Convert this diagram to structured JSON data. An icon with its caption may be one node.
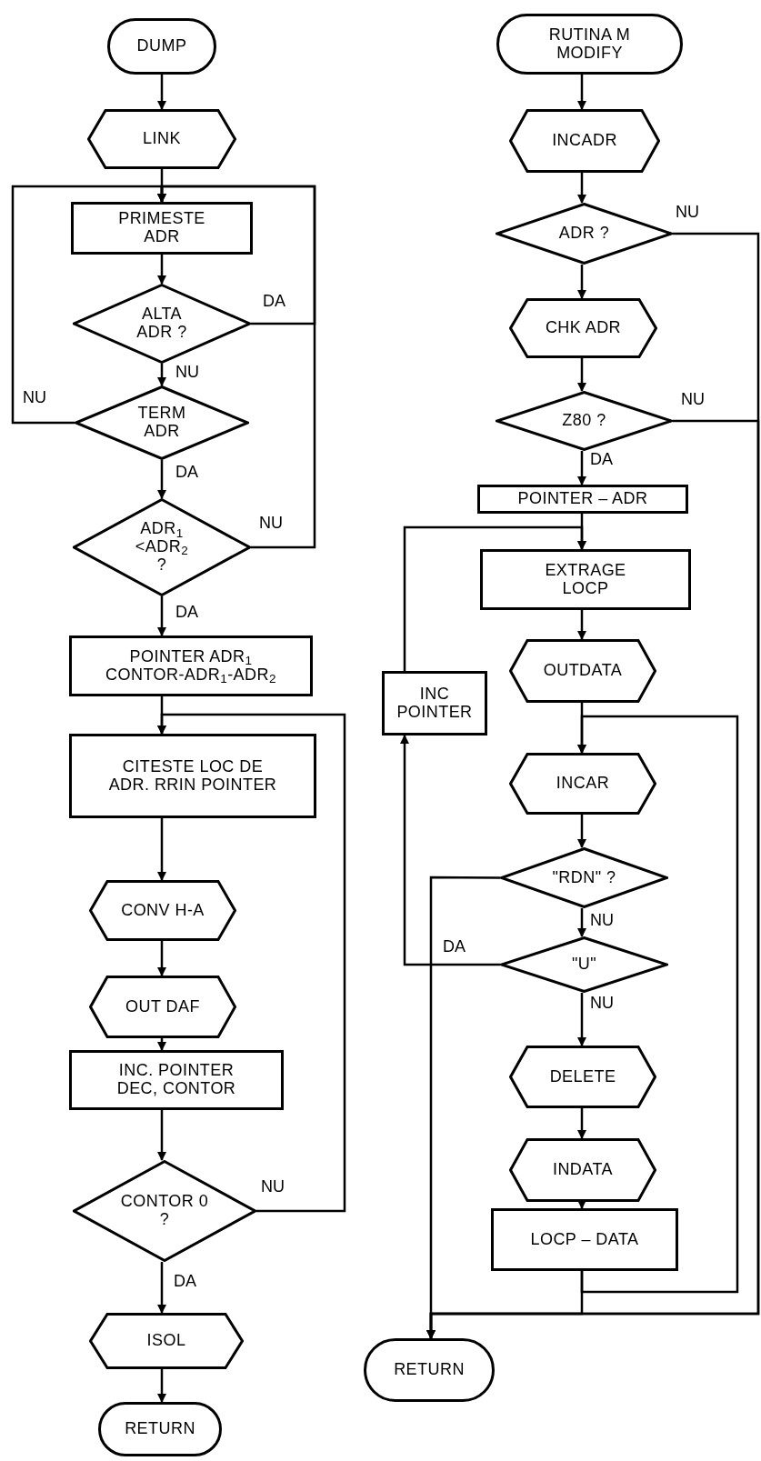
{
  "diagram": {
    "nodes": [
      {
        "text": [
          "DUMP"
        ]
      },
      {
        "text": [
          "LINK"
        ]
      },
      {
        "text": [
          "PRIMESTE ADR"
        ]
      },
      {
        "text": [
          "ALTA ADR ?"
        ]
      },
      {
        "text": [
          "TERM ADR"
        ]
      },
      {
        "text": [
          "ADR$_{1}$ <ADR$_{2}$ ?"
        ]
      },
      {
        "text": [
          "POINTER ADR$_{1}$",
          "CONTOR-ADR$_{1}$-ADR$_{2}$"
        ]
      },
      {
        "text": [
          "CITESTE LOC DE ADR. RRIN POINTER"
        ]
      },
      {
        "text": [
          "CONV H-A"
        ]
      },
      {
        "text": [
          "OUT DAF"
        ]
      },
      {
        "text": [
          "INC. POINTER",
          "DEC, CONTOR"
        ]
      },
      {
        "text": [
          "CONTOR 0 ?"
        ]
      },
      {
        "text": [
          "ISOL"
        ]
      },
      {
        "text": [
          "RETURN"
        ]
      },
      {
        "text": [
          "RUTINA M MODIFY"
        ]
      },
      {
        "text": [
          "INCADR"
        ]
      },
      {
        "text": [
          "ADR ?"
        ]
      },
      {
        "text": [
          "CHK ADR"
        ]
      },
      {
        "text": [
          "Z80 ?"
        ]
      },
      {
        "text": [
          "POINTER – ADR"
        ]
      },
      {
        "text": [
          "EXTRAGE LOCP"
        ]
      },
      {
        "text": [
          "INC POINTER"
        ]
      },
      {
        "text": [
          "OUTDATA"
        ]
      },
      {
        "text": [
          "INCAR"
        ]
      },
      {
        "text": [
          "\"RDN\" ?"
        ]
      },
      {
        "text": [
          "\"U\""
        ]
      },
      {
        "text": [
          "DELETE"
        ]
      },
      {
        "text": [
          "INDATA"
        ]
      },
      {
        "text": [
          "LOCP – DATA"
        ]
      },
      {
        "text": [
          "RETURN"
        ]
      }
    ],
    "edges": [
      {
        "from": 0,
        "to": 1,
        "arrow": "to"
      },
      {
        "from": 1,
        "to": 2,
        "arrow": "to"
      },
      {
        "from": 2,
        "to": 3,
        "arrow": "to"
      },
      {
        "from": 3,
        "to": 4,
        "arrow": "to",
        "label": "NU"
      },
      {
        "from": 4,
        "to": 2,
        "arrow": "to",
        "label": "NU"
      },
      {
        "from": 3,
        "to": 2,
        "arrow": "to",
        "label": "DA"
      },
      {
        "from": 4,
        "to": 5,
        "arrow": "to",
        "label": "DA"
      },
      {
        "from": 5,
        "to": 2,
        "arrow": "to",
        "label": "NU"
      },
      {
        "from": 5,
        "to": 6,
        "arrow": "to",
        "label": "DA"
      },
      {
        "from": 6,
        "to": 7,
        "arrow": "to"
      },
      {
        "from": 7,
        "to": 8,
        "arrow": "to"
      },
      {
        "from": 8,
        "to": 9,
        "arrow": "to"
      },
      {
        "from": 9,
        "to": 10,
        "arrow": "to"
      },
      {
        "from": 10,
        "to": 11,
        "arrow": "to"
      },
      {
        "from": 11,
        "to": 7,
        "arrow": "to",
        "label": "NU"
      },
      {
        "from": 11,
        "to": 12,
        "arrow": "to",
        "label": "DA"
      },
      {
        "from": 12,
        "to": 13,
        "arrow": "to"
      },
      {
        "from": 14,
        "to": 15,
        "arrow": "to"
      },
      {
        "from": 15,
        "to": 16,
        "arrow": "to"
      },
      {
        "from": 16,
        "to": 17,
        "arrow": "to"
      },
      {
        "from": 16,
        "to": 29,
        "arrow": "to",
        "label": "NU"
      },
      {
        "from": 17,
        "to": 18,
        "arrow": "to"
      },
      {
        "from": 18,
        "to": 29,
        "arrow": "to",
        "label": "NU"
      },
      {
        "from": 18,
        "to": 19,
        "arrow": "to",
        "label": "DA"
      },
      {
        "from": 19,
        "to": 20,
        "arrow": "to"
      },
      {
        "from": 20,
        "to": 22,
        "arrow": "to"
      },
      {
        "from": 22,
        "to": 23,
        "arrow": "to"
      },
      {
        "from": 23,
        "to": 24,
        "arrow": "to"
      },
      {
        "from": 24,
        "to": 25,
        "arrow": "to",
        "label": "NU"
      },
      {
        "from": 25,
        "to": 21,
        "arrow": "to",
        "label": "DA"
      },
      {
        "from": 21,
        "to": 20,
        "arrow": "to"
      },
      {
        "from": 24,
        "to": 29,
        "arrow": "to"
      },
      {
        "from": 25,
        "to": 26,
        "arrow": "to",
        "label": "NU"
      },
      {
        "from": 26,
        "to": 27,
        "arrow": "to"
      },
      {
        "from": 27,
        "to": 28,
        "arrow": "to"
      },
      {
        "from": 28,
        "to": 23,
        "arrow": "to"
      },
      {
        "from": 28,
        "to": 29,
        "arrow": "to"
      }
    ]
  }
}
